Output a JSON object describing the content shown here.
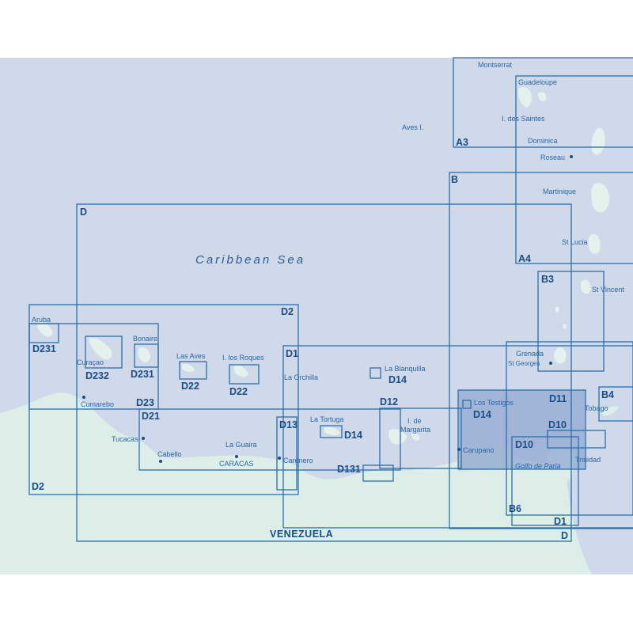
{
  "map": {
    "sea_label": "Caribbean Sea",
    "country_label": "VENEZUELA",
    "colors": {
      "sea": "#cfd9ea",
      "land": "#ddeee8",
      "island": "#e4f1ec",
      "frame": "#2a6fa8",
      "highlight": "#8fa6d2",
      "text": "#1a4d86"
    },
    "chart_codes": {
      "a3": "A3",
      "a4": "A4",
      "b": "B",
      "b3": "B3",
      "b4": "B4",
      "b6": "B6",
      "d": "D",
      "d_bottom": "D",
      "d1": "D1",
      "d1_bottom": "D1",
      "d2": "D2",
      "d2_bottom": "D2",
      "d10": "D10",
      "d10b": "D10",
      "d11": "D11",
      "d12": "D12",
      "d13": "D13",
      "d14_blanquilla": "D14",
      "d14_tortuga": "D14",
      "d14_testigos": "D14",
      "d21": "D21",
      "d22_aves": "D22",
      "d22_roques": "D22",
      "d23": "D23",
      "d131": "D131",
      "d231_aruba": "D231",
      "d231_bonaire": "D231",
      "d232": "D232"
    },
    "places": {
      "montserrat": "Montserrat",
      "guadeloupe": "Guadeloupe",
      "saintes": "I. des Saintes",
      "dominica": "Dominica",
      "roseau": "Roseau",
      "aves": "Aves I.",
      "martinique": "Martinique",
      "st_lucia": "St Lucia",
      "st_vincent": "St Vincent",
      "grenada": "Grenada",
      "st_georges": "St Georges",
      "tobago": "Tobago",
      "trinidad": "Trinidad",
      "golfo": "Golfo de Paria",
      "aruba": "Aruba",
      "curacao": "Curaçao",
      "bonaire": "Bonaire",
      "cumarebo": "Cumarebo",
      "tucacas": "Tucacas",
      "cabello": "Cabello",
      "la_guaira": "La Guaira",
      "caracas": "CARACAS",
      "carenero": "Carenero",
      "las_aves": "Las Aves",
      "los_roques": "I. los Roques",
      "orchilla": "La Orchilla",
      "tortuga": "La Tortuga",
      "blanquilla": "La Blanquilla",
      "margarita_1": "I. de",
      "margarita_2": "Margarita",
      "testigos": "Los Testigos",
      "carupano": "Carupano"
    }
  }
}
